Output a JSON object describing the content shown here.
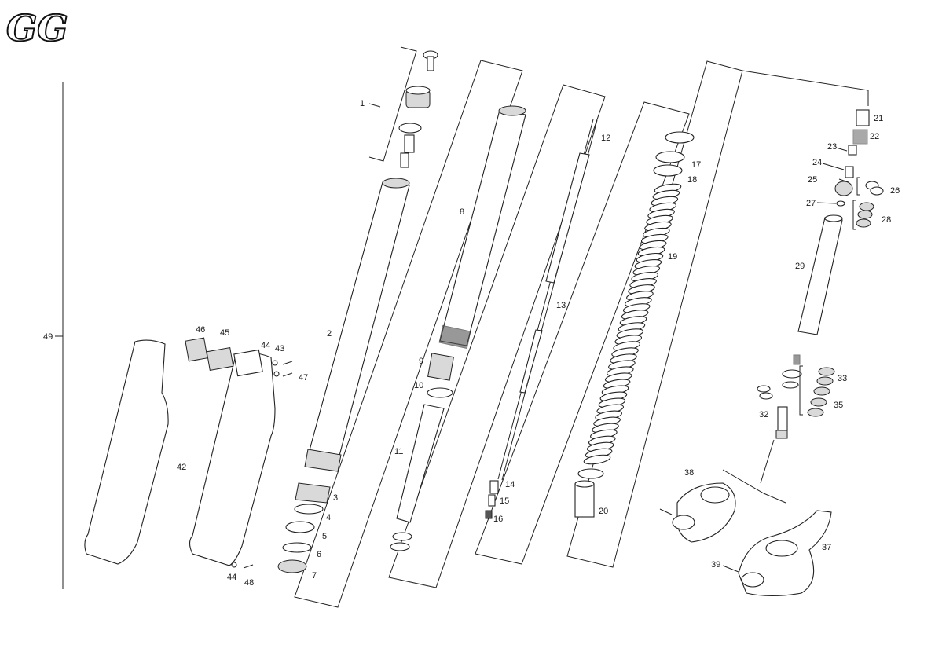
{
  "logo": {
    "text": "GG"
  },
  "labels": {
    "l1": "1",
    "l2": "2",
    "l3": "3",
    "l4": "4",
    "l5": "5",
    "l6": "6",
    "l7": "7",
    "l8": "8",
    "l9": "9",
    "l10": "10",
    "l11": "11",
    "l12": "12",
    "l13": "13",
    "l14": "14",
    "l15": "15",
    "l16": "16",
    "l17": "17",
    "l18": "18",
    "l19": "19",
    "l20": "20",
    "l21": "21",
    "l22": "22",
    "l23": "23",
    "l24": "24",
    "l25": "25",
    "l26": "26",
    "l27": "27",
    "l28": "28",
    "l29": "29",
    "l32": "32",
    "l33": "33",
    "l35": "35",
    "l37": "37",
    "l38": "38",
    "l39": "39",
    "l42": "42",
    "l43": "43",
    "l44a": "44",
    "l44b": "44",
    "l45": "45",
    "l46": "46",
    "l47": "47",
    "l48": "48",
    "l49": "49"
  }
}
